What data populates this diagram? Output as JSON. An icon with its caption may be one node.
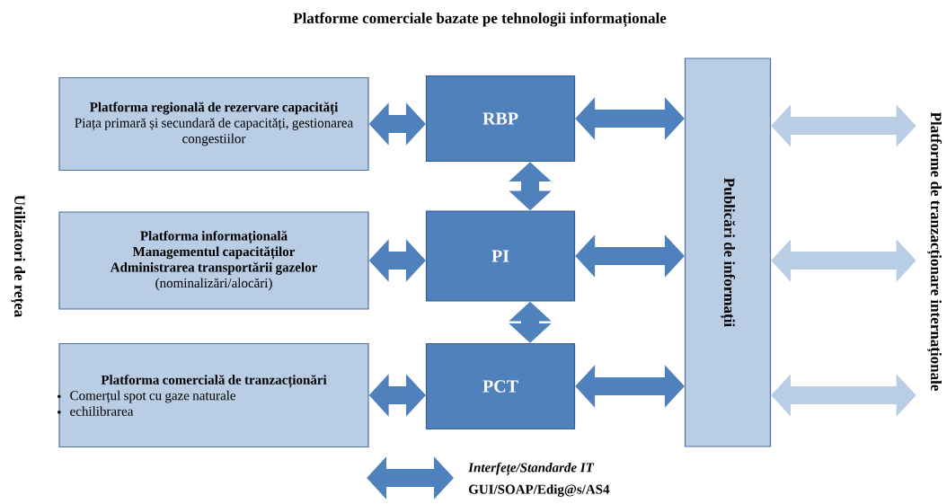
{
  "diagram": {
    "title": "Platforme comerciale bazate pe tehnologii informaționale",
    "nodes": [
      {
        "text": [
          "Platforma regională de rezervare capacități",
          "Piața primară și secundară de capacități, gestionarea congestiilor"
        ]
      },
      {
        "text": [
          "Platforma informațională",
          "Managementul capacităților",
          "Administrarea transportării gazelor",
          "(nominalizări/alocări)"
        ]
      },
      {
        "text": [
          "Platforma comercială de tranzacționări",
          "Comerțul spot cu gaze naturale",
          "echilibrarea"
        ]
      },
      {
        "text": [
          "RBP"
        ]
      },
      {
        "text": [
          "PI"
        ]
      },
      {
        "text": [
          "PCT"
        ]
      },
      {
        "text": [
          "Publicări de informații"
        ]
      },
      {
        "text": [
          "Platforme de tranzacționare internaționale"
        ]
      }
    ],
    "edges": [
      {
        "from": 0,
        "to": 3,
        "arrow": "both"
      },
      {
        "from": 1,
        "to": 4,
        "arrow": "both"
      },
      {
        "from": 2,
        "to": 5,
        "arrow": "both"
      },
      {
        "from": 3,
        "to": 4,
        "arrow": "both"
      },
      {
        "from": 4,
        "to": 5,
        "arrow": "both"
      },
      {
        "from": 3,
        "to": 6,
        "arrow": "both"
      },
      {
        "from": 4,
        "to": 6,
        "arrow": "both"
      },
      {
        "from": 5,
        "to": 6,
        "arrow": "both"
      },
      {
        "from": 6,
        "to": 7,
        "arrow": "both",
        "color": "#b9cde5"
      },
      {
        "from": 6,
        "to": 7,
        "arrow": "both",
        "color": "#b9cde5"
      },
      {
        "from": 6,
        "to": 7,
        "arrow": "both",
        "color": "#b9cde5"
      }
    ],
    "labels": [
      "Utilizatori de rețea",
      "GUI/SOAP/Edig@s/AS4"
    ],
    "legend": [
      {
        "text": "Interfețe/Standarde IT"
      }
    ]
  }
}
